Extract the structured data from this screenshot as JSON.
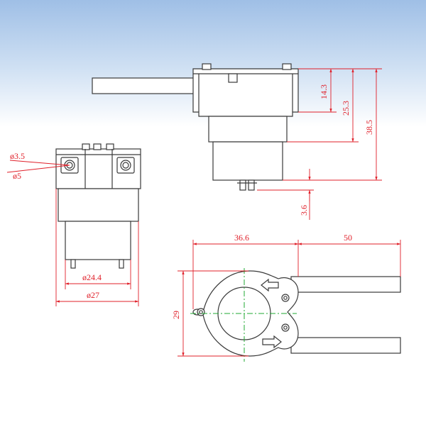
{
  "dimensions": {
    "d_3_5": "ø3.5",
    "d_5": "ø5",
    "d_24_4": "ø24.4",
    "d_27": "ø27",
    "h_14_3": "14.3",
    "h_25_3": "25.3",
    "h_38_5": "38.5",
    "h_3_6": "3.6",
    "w_36_6": "36.6",
    "w_50": "50",
    "h_29": "29"
  },
  "colors": {
    "dimension": "#e0202a",
    "outline": "#3a3a3a",
    "centerline": "#22aa33",
    "background_top": "#bfd4ec"
  }
}
